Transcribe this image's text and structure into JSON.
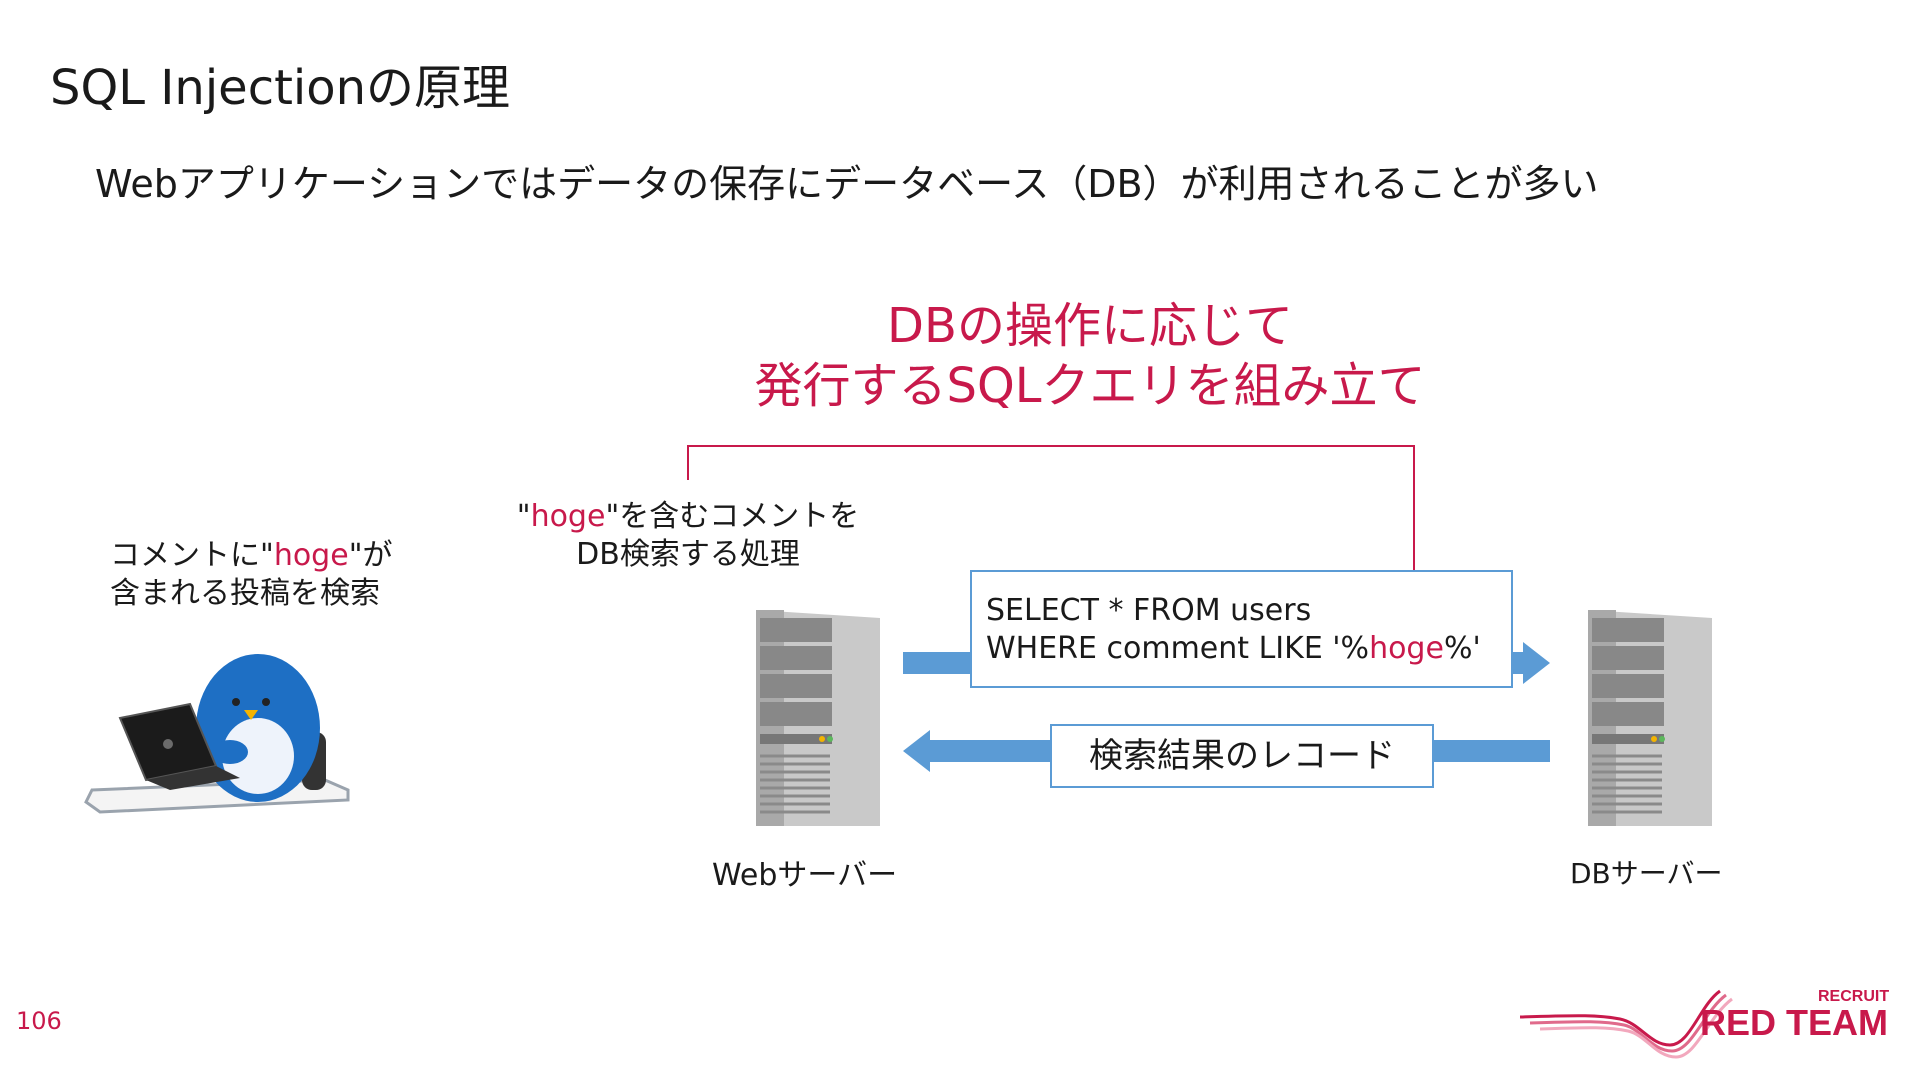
{
  "slide": {
    "title": "SQL Injectionの原理",
    "subtitle": "Webアプリケーションではデータの保存にデータベース（DB）が利用されることが多い",
    "page_number": "106"
  },
  "headline": {
    "line1": "DBの操作に応じて",
    "line2": "発行するSQLクエリを組み立て"
  },
  "user_label": {
    "line1_pre": "コメントに\"",
    "line1_hl": "hoge",
    "line1_post": "\"が",
    "line2": "含まれる投稿を検索"
  },
  "process_label": {
    "line1_pre": "\"",
    "line1_hl": "hoge",
    "line1_post": "\"を含むコメントを",
    "line2": "DB検索する処理"
  },
  "sql_box": {
    "line1": "SELECT * FROM users",
    "line2_pre": "WHERE comment LIKE '%",
    "line2_hl": "hoge",
    "line2_post": "%'"
  },
  "result_box": {
    "label": "検索結果のレコード"
  },
  "web_server": {
    "caption": "Webサーバー"
  },
  "db_server": {
    "caption": "DBサーバー"
  },
  "logo": {
    "top": "RECRUIT",
    "main": "RED TEAM"
  },
  "colors": {
    "accent": "#c8194b",
    "arrow": "#5b9bd5",
    "penguin": "#1e6fc4"
  },
  "icons": [
    "penguin-with-laptop-illustration",
    "web-server-icon",
    "db-server-icon",
    "right-arrow-icon",
    "left-arrow-icon"
  ]
}
